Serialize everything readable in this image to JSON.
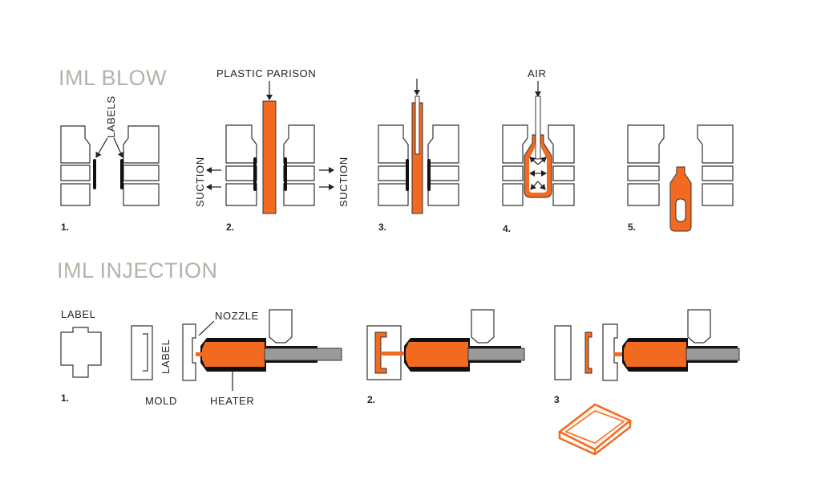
{
  "colors": {
    "accent": "#f26a1f",
    "heading": "#b5b2a8",
    "line": "#333333",
    "steel": "#9a9a9a",
    "heater": "#111111"
  },
  "blow": {
    "title": "IML  BLOW",
    "labels": {
      "labels": "LABELS",
      "plastic_parison": "PLASTIC PARISON",
      "suction_left": "SUCTION",
      "suction_right": "SUCTION",
      "air": "AIR"
    },
    "steps": [
      "1.",
      "2.",
      "3.",
      "4.",
      "5."
    ]
  },
  "injection": {
    "title": "IML  INJECTION",
    "labels": {
      "label_top": "LABEL",
      "label_vertical": "LABEL",
      "nozzle": "NOZZLE",
      "mold": "MOLD",
      "heater": "HEATER"
    },
    "steps": [
      "1.",
      "2.",
      "3"
    ]
  }
}
